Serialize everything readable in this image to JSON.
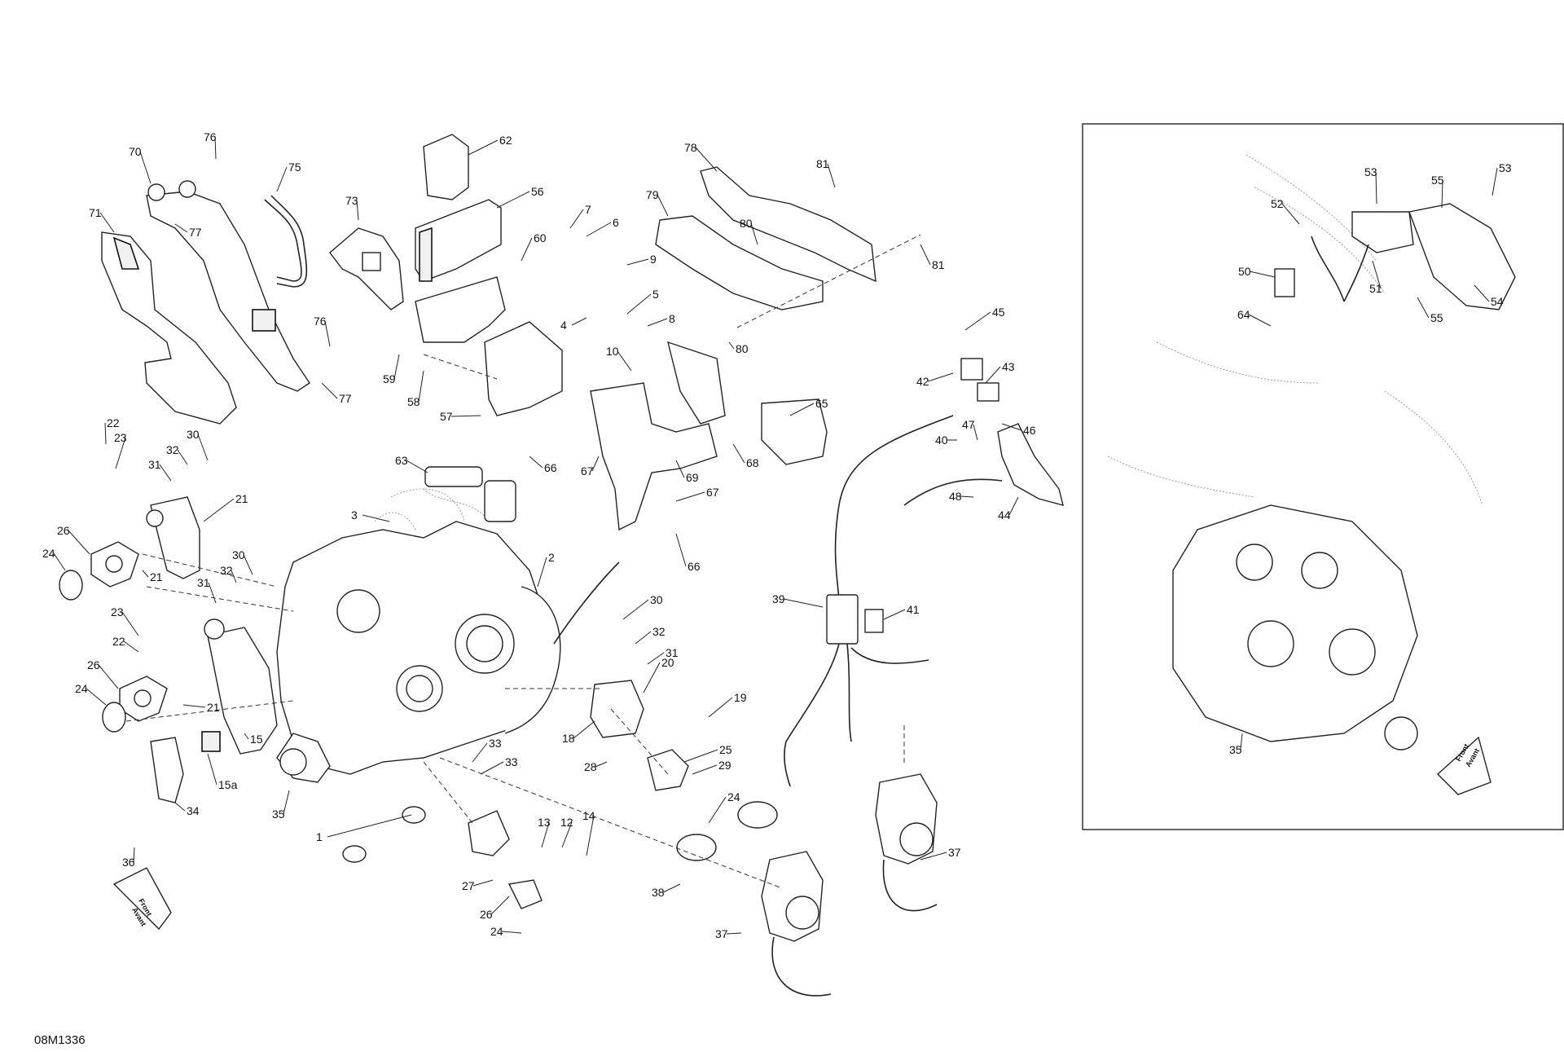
{
  "figure_code": "08M1336",
  "front_arrow_text": [
    "Front",
    "Avant"
  ],
  "main_callouts": [
    {
      "label": "1"
    },
    {
      "label": "2"
    },
    {
      "label": "3"
    },
    {
      "label": "4"
    },
    {
      "label": "5"
    },
    {
      "label": "6"
    },
    {
      "label": "7"
    },
    {
      "label": "8"
    },
    {
      "label": "9"
    },
    {
      "label": "10"
    },
    {
      "label": "12"
    },
    {
      "label": "13"
    },
    {
      "label": "14"
    },
    {
      "label": "15"
    },
    {
      "label": "15a"
    },
    {
      "label": "18"
    },
    {
      "label": "19"
    },
    {
      "label": "20"
    },
    {
      "label": "21"
    },
    {
      "label": "21"
    },
    {
      "label": "21"
    },
    {
      "label": "22"
    },
    {
      "label": "22"
    },
    {
      "label": "23"
    },
    {
      "label": "23"
    },
    {
      "label": "24"
    },
    {
      "label": "24"
    },
    {
      "label": "24"
    },
    {
      "label": "24"
    },
    {
      "label": "25"
    },
    {
      "label": "26"
    },
    {
      "label": "26"
    },
    {
      "label": "26"
    },
    {
      "label": "27"
    },
    {
      "label": "28"
    },
    {
      "label": "29"
    },
    {
      "label": "30"
    },
    {
      "label": "30"
    },
    {
      "label": "30"
    },
    {
      "label": "31"
    },
    {
      "label": "31"
    },
    {
      "label": "31"
    },
    {
      "label": "32"
    },
    {
      "label": "32"
    },
    {
      "label": "32"
    },
    {
      "label": "33"
    },
    {
      "label": "33"
    },
    {
      "label": "34"
    },
    {
      "label": "35"
    },
    {
      "label": "36"
    },
    {
      "label": "37"
    },
    {
      "label": "37"
    },
    {
      "label": "38"
    },
    {
      "label": "39"
    },
    {
      "label": "40"
    },
    {
      "label": "41"
    },
    {
      "label": "42"
    },
    {
      "label": "43"
    },
    {
      "label": "44"
    },
    {
      "label": "45"
    },
    {
      "label": "46"
    },
    {
      "label": "47"
    },
    {
      "label": "48"
    },
    {
      "label": "56"
    },
    {
      "label": "57"
    },
    {
      "label": "58"
    },
    {
      "label": "59"
    },
    {
      "label": "60"
    },
    {
      "label": "62"
    },
    {
      "label": "63"
    },
    {
      "label": "65"
    },
    {
      "label": "66"
    },
    {
      "label": "66"
    },
    {
      "label": "67"
    },
    {
      "label": "67"
    },
    {
      "label": "68"
    },
    {
      "label": "69"
    },
    {
      "label": "70"
    },
    {
      "label": "71"
    },
    {
      "label": "73"
    },
    {
      "label": "75"
    },
    {
      "label": "76"
    },
    {
      "label": "76"
    },
    {
      "label": "77"
    },
    {
      "label": "77"
    },
    {
      "label": "78"
    },
    {
      "label": "79"
    },
    {
      "label": "80"
    },
    {
      "label": "80"
    },
    {
      "label": "81"
    },
    {
      "label": "81"
    }
  ],
  "inset_callouts": [
    {
      "label": "35"
    },
    {
      "label": "50"
    },
    {
      "label": "51"
    },
    {
      "label": "52"
    },
    {
      "label": "53"
    },
    {
      "label": "53"
    },
    {
      "label": "54"
    },
    {
      "label": "55"
    },
    {
      "label": "55"
    },
    {
      "label": "64"
    }
  ]
}
